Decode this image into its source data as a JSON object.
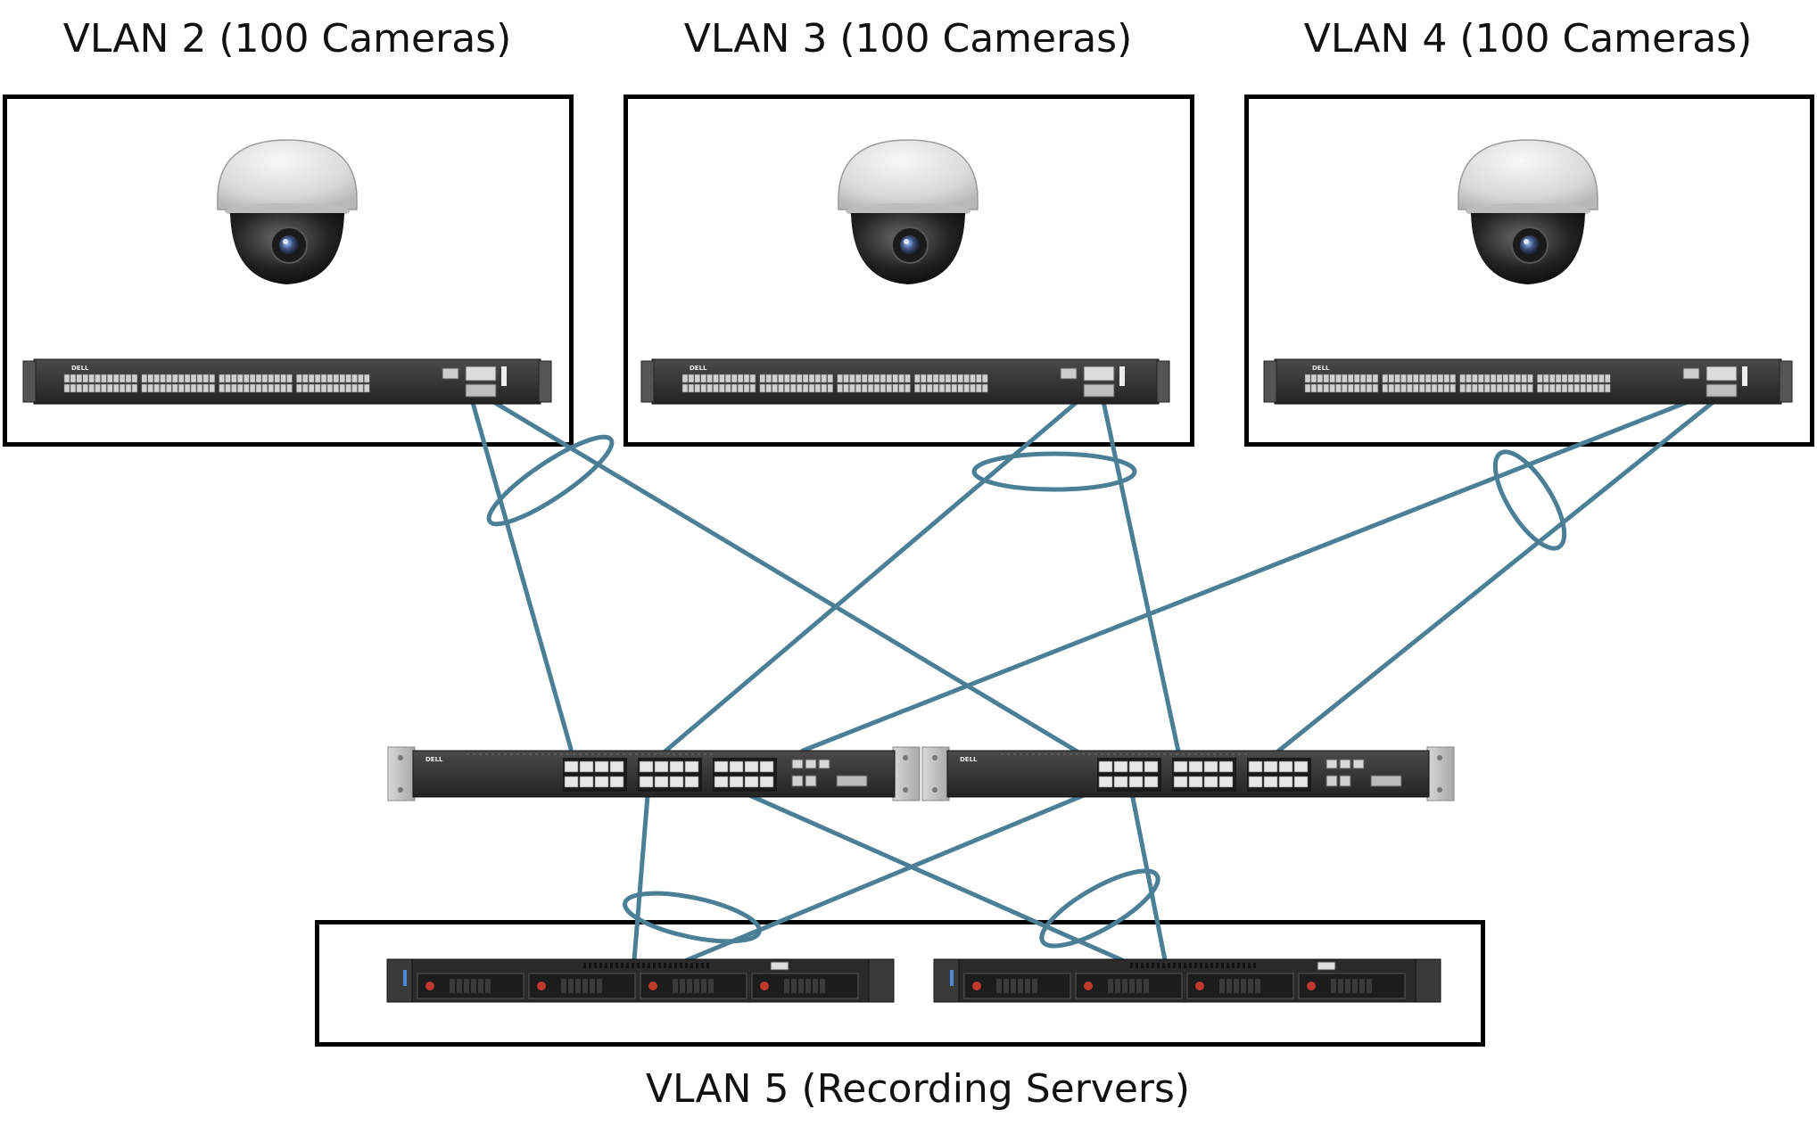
{
  "labels": {
    "vlan2": "VLAN 2 (100 Cameras)",
    "vlan3": "VLAN 3 (100 Cameras)",
    "vlan4": "VLAN 4 (100 Cameras)",
    "vlan5": "VLAN 5 (Recording Servers)"
  },
  "icons": {
    "camera": "dome-camera-icon",
    "access_switch": "rack-switch-48port-icon",
    "core_switch": "rack-switch-sfp-icon",
    "server": "rack-server-icon"
  },
  "branding": {
    "vendor": "DELL"
  },
  "colors": {
    "link": "#4a7f96",
    "box_border": "#000000",
    "device_body": "#2e2e2e"
  }
}
